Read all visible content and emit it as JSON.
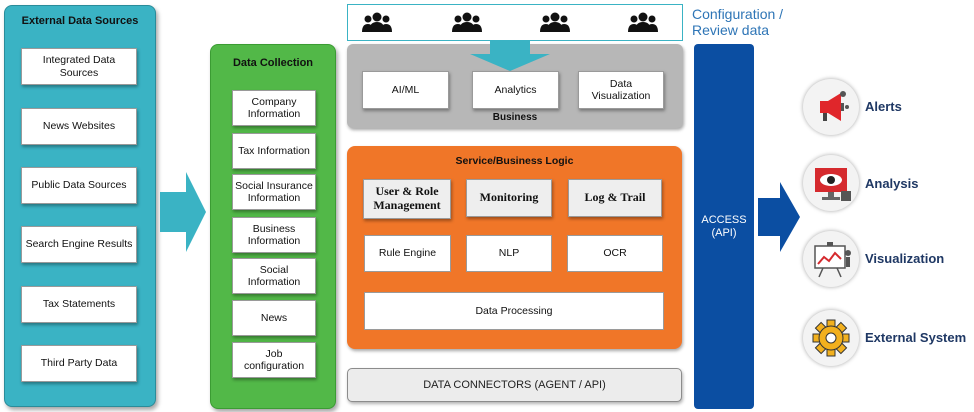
{
  "external_sources": {
    "title": "External Data Sources",
    "items": [
      "Integrated Data Sources",
      "News Websites",
      "Public Data Sources",
      "Search Engine Results",
      "Tax Statements",
      "Third Party Data"
    ]
  },
  "data_collection": {
    "title": "Data  Collection",
    "items": [
      "Company Information",
      "Tax Information",
      "Social Insurance Information",
      "Business Information",
      "Social Information",
      "News",
      "Job configuration"
    ]
  },
  "business": {
    "title": "Business",
    "items": [
      "AI/ML",
      "Analytics",
      "Data Visualization"
    ]
  },
  "service": {
    "title": "Service/Business Logic",
    "row1": [
      "User & Role Management",
      "Monitoring",
      "Log & Trail"
    ],
    "row2": [
      "Rule Engine",
      "NLP",
      "OCR"
    ],
    "processing": "Data Processing"
  },
  "connectors": "DATA CONNECTORS (AGENT / API)",
  "config_label": "Configuration / Review data",
  "access_label": "ACCESS (API)",
  "outputs": [
    "Alerts",
    "Analysis",
    "Visualization",
    "External System"
  ],
  "icons": {
    "users": "users-group-icon",
    "alerts": "megaphone-icon",
    "analysis": "eye-monitor-icon",
    "visualization": "presentation-chart-icon",
    "external": "gear-icon"
  },
  "colors": {
    "external_bg": "#3ab3c4",
    "collection_bg": "#52b848",
    "business_bg": "#b7b7b7",
    "service_bg": "#f07628",
    "access_bg": "#0b4ea2",
    "config_text": "#2e75b6",
    "output_text": "#1f3864"
  }
}
